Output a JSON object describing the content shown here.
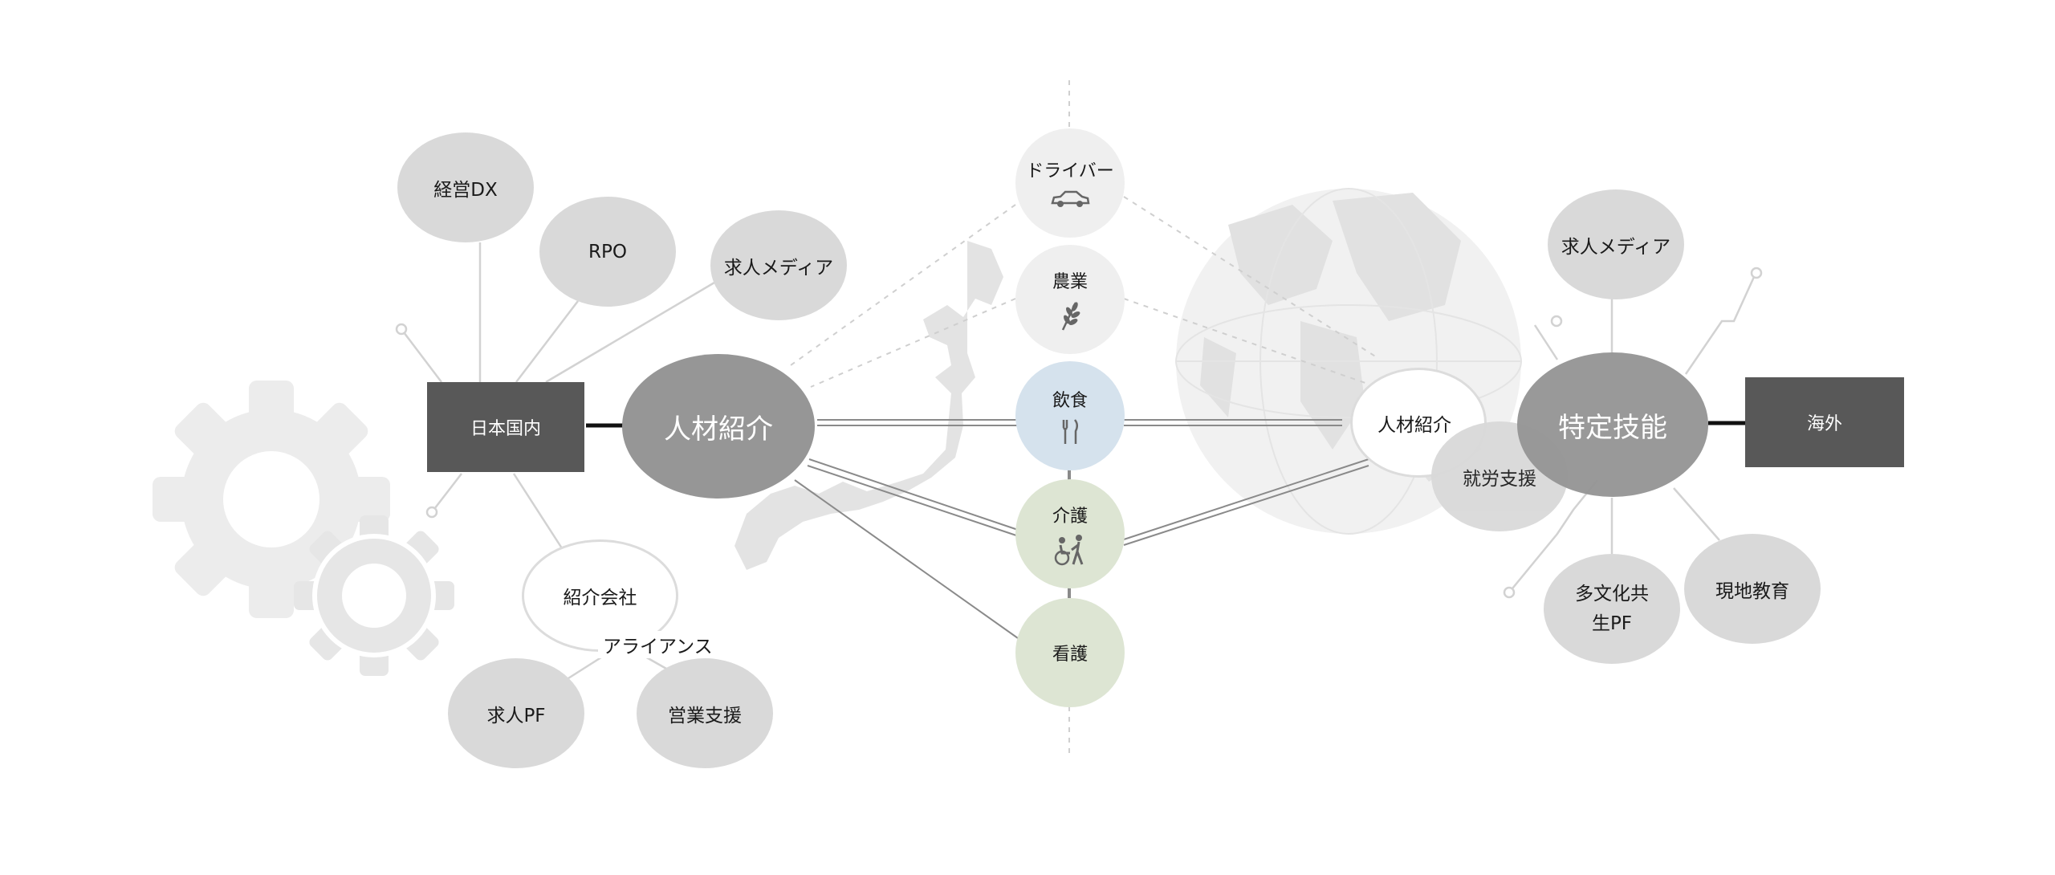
{
  "colors": {
    "dark_node": "#969696",
    "light_node": "#d9d9d9",
    "box": "#585858",
    "food": "#d5e2ed",
    "care": "#dde5d3",
    "neutral_circle": "#efefef"
  },
  "left": {
    "box_label": "日本国内",
    "hub_label": "人材紹介",
    "top_nodes": [
      "経営DX",
      "RPO",
      "求人メディア"
    ],
    "partner_label": "紹介会社",
    "alliance_label": "アライアンス",
    "bottom_nodes": [
      "求人PF",
      "営業支援"
    ]
  },
  "center": {
    "items": [
      {
        "label": "ドライバー",
        "icon": "car-icon"
      },
      {
        "label": "農業",
        "icon": "wheat-icon"
      },
      {
        "label": "飲食",
        "icon": "fork-knife-icon"
      },
      {
        "label": "介護",
        "icon": "caregiver-wheelchair-icon"
      },
      {
        "label": "看護",
        "icon": ""
      }
    ]
  },
  "right": {
    "box_label": "海外",
    "hub_label": "特定技能",
    "intro_label": "人材紹介",
    "support_label": "就労支援",
    "top_node": "求人メディア",
    "bottom_nodes": [
      "多文化共生PF",
      "現地教育"
    ]
  }
}
